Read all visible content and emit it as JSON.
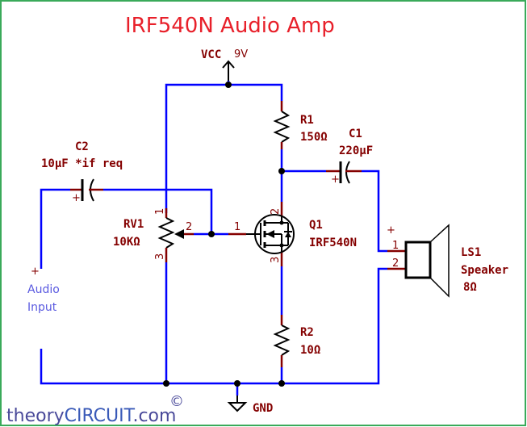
{
  "title": "IRF540N Audio Amp",
  "supply": {
    "name": "VCC",
    "value": "9V"
  },
  "ground": {
    "name": "GND"
  },
  "components": {
    "r1": {
      "ref": "R1",
      "value": "150Ω"
    },
    "r2": {
      "ref": "R2",
      "value": "10Ω"
    },
    "c1": {
      "ref": "C1",
      "value": "220μF",
      "polarity": "+"
    },
    "c2": {
      "ref": "C2",
      "value": "10μF *if req",
      "polarity": "+"
    },
    "rv1": {
      "ref": "RV1",
      "value": "10KΩ",
      "pins": [
        "1",
        "2",
        "3"
      ]
    },
    "q1": {
      "ref": "Q1",
      "value": "IRF540N",
      "pins": [
        "1",
        "2",
        "3"
      ]
    },
    "ls1": {
      "ref": "LS1",
      "type": "Speaker",
      "value": "8Ω",
      "pins": [
        "1",
        "2"
      ],
      "polarity": "+"
    }
  },
  "input": {
    "label_line1": "Audio",
    "label_line2": "Input",
    "polarity": "+"
  },
  "watermark": {
    "copyright": "©",
    "part1": "theory",
    "part2": "CIRCUIT",
    "part3": ".com"
  },
  "colors": {
    "wire": "#0000ff",
    "label": "#840000",
    "title": "#e8202a",
    "frame": "#3aaa5a"
  }
}
